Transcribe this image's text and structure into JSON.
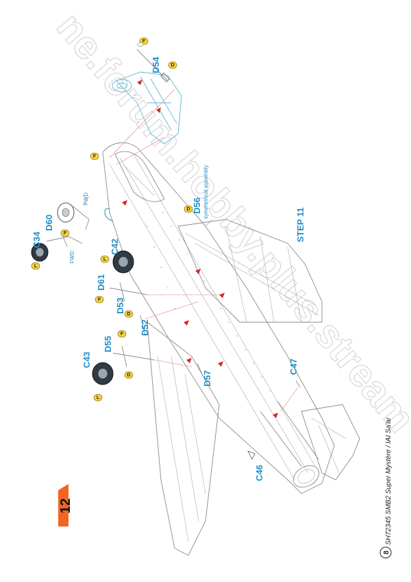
{
  "watermark": "ne.forum.hobby.plus.stream",
  "step": {
    "page_number": "12",
    "title": "STEP 11",
    "accent_color": "#f26522"
  },
  "footer": {
    "sheet_number": "8",
    "caption": "SH72345 SMB2 Super Mystère / IAI Sa'ar"
  },
  "notes": {
    "symmetrical": "symmetrical assembly",
    "fwd": "FWD"
  },
  "parts": [
    "D54",
    "D56",
    "D60",
    "C34",
    "C42",
    "D61",
    "D53",
    "D52",
    "D55",
    "C43",
    "D57",
    "C47",
    "C46"
  ],
  "glue_markers": {
    "D54_top": "F",
    "D54_bottom": "D",
    "fuselage": "F",
    "D56": "D",
    "D60_top": "F",
    "C34": "L",
    "C42": "L",
    "D61": "F",
    "D53": "D",
    "D55": "F",
    "D55_b": "D",
    "C43": "L"
  },
  "colors": {
    "label_blue": "#1f8fc8",
    "glue_yellow": "#f6d33c",
    "arrow_red": "#d8262a",
    "assembly_cyan": "#5ab7d6"
  }
}
